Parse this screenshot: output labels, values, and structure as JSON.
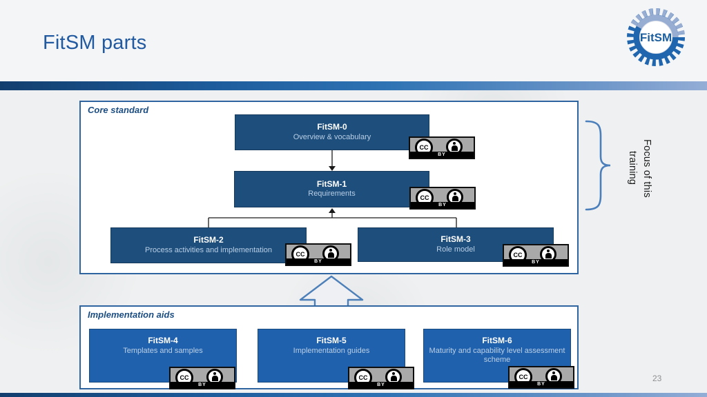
{
  "slide": {
    "title": "FitSM parts",
    "page_number": "23",
    "logo_text": "FitSM"
  },
  "core": {
    "label": "Core standard",
    "boxes": [
      {
        "title": "FitSM-0",
        "subtitle": "Overview & vocabulary"
      },
      {
        "title": "FitSM-1",
        "subtitle": "Requirements"
      },
      {
        "title": "FitSM-2",
        "subtitle": "Process activities and implementation"
      },
      {
        "title": "FitSM-3",
        "subtitle": "Role model"
      }
    ]
  },
  "implementation": {
    "label": "Implementation aids",
    "boxes": [
      {
        "title": "FitSM-4",
        "subtitle": "Templates and samples"
      },
      {
        "title": "FitSM-5",
        "subtitle": "Implementation guides"
      },
      {
        "title": "FitSM-6",
        "subtitle": "Maturity and capability level assessment scheme"
      }
    ]
  },
  "annotation": {
    "focus_label": "Focus of this training"
  },
  "cc_badge": {
    "cc": "CC",
    "by": "BY"
  },
  "colors": {
    "title_text": "#215aa0",
    "header_bar_dark": "#123e6e",
    "header_bar_mid": "#2f73b4",
    "header_bar_light": "#93add6",
    "core_box_fill": "#1d4e7c",
    "impl_box_fill": "#2061ad",
    "section_border": "#2e649f",
    "box_subtitle_text": "#b9cfe6",
    "brace_blue": "#4a7fbc",
    "badge_gray": "#a9a9a9",
    "page_number_gray": "#8f8f8f",
    "background": "#eef0f1"
  }
}
